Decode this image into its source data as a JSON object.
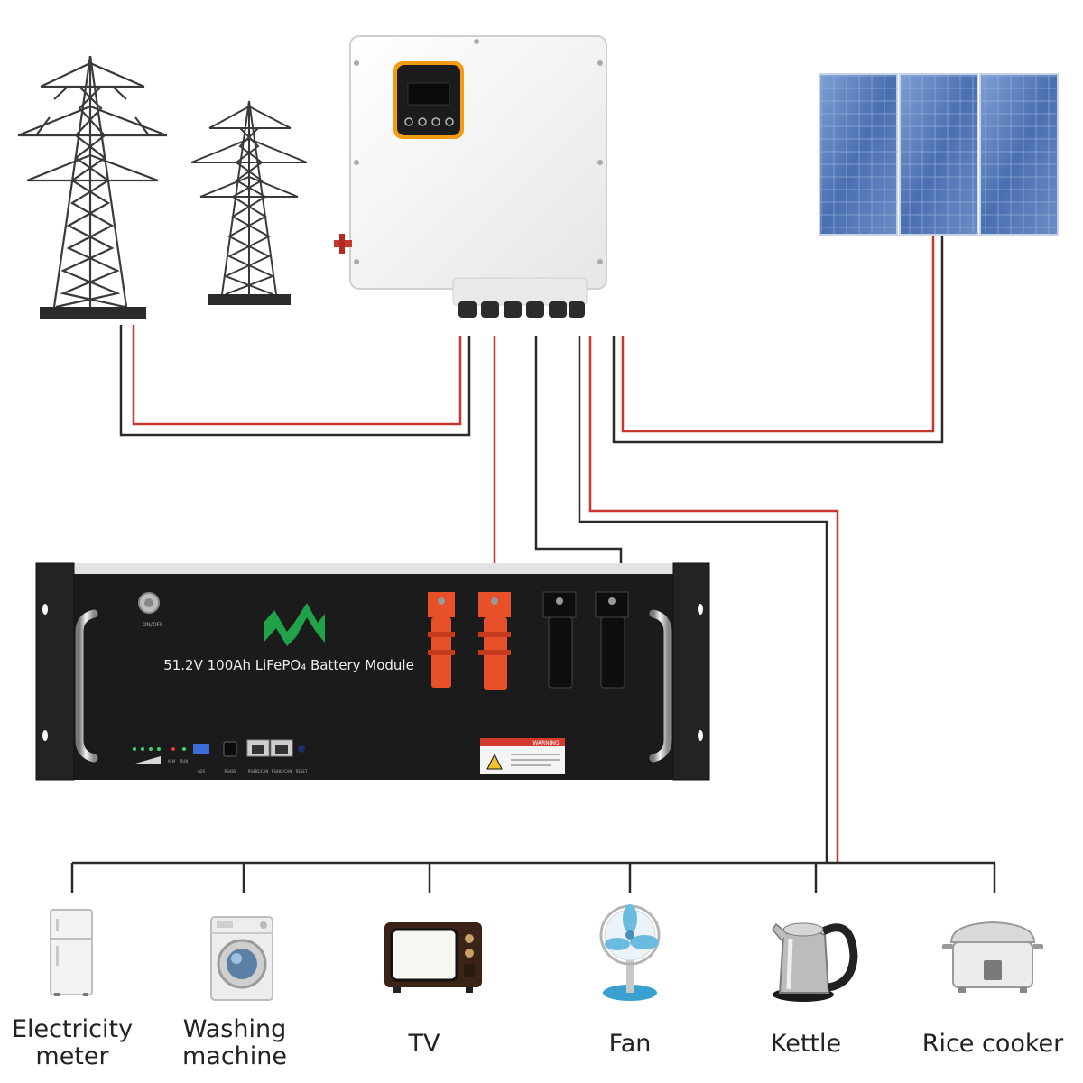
{
  "battery": {
    "label": "51.2V 100Ah LiFePO₄ Battery Module",
    "onoff_label": "ON/OFF",
    "warning_label": "WARNING",
    "port_labels": [
      "RS485",
      "RS485/CAN",
      "RS485/CAN",
      "RESET"
    ],
    "indicator_labels": [
      "ALM",
      "RUN",
      "ADS"
    ]
  },
  "appliances": [
    {
      "label_line1": "Electricity",
      "label_line2": "meter",
      "icon": "refrigerator-icon"
    },
    {
      "label_line1": "Washing",
      "label_line2": "machine",
      "icon": "washing-machine-icon"
    },
    {
      "label_line1": "TV",
      "label_line2": "",
      "icon": "tv-icon"
    },
    {
      "label_line1": "Fan",
      "label_line2": "",
      "icon": "fan-icon"
    },
    {
      "label_line1": "Kettle",
      "label_line2": "",
      "icon": "kettle-icon"
    },
    {
      "label_line1": "Rice cooker",
      "label_line2": "",
      "icon": "rice-cooker-icon"
    }
  ],
  "colors": {
    "wire_black": "#2a2a2a",
    "wire_red": "#c8372d",
    "battery_body": "#1b1b1b",
    "logo_green": "#1fa24a",
    "connector_orange": "#e8502a",
    "inverter_accent": "#f39c12",
    "panel_blue": "#4a6fb0"
  }
}
